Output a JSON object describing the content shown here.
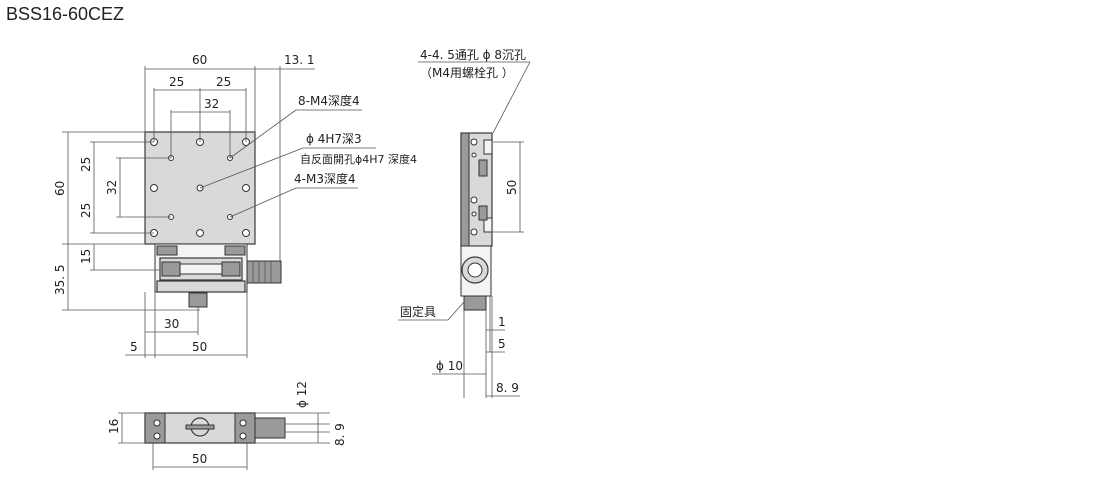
{
  "title": "BSS16-60CEZ",
  "top_view": {
    "dim_width": "60",
    "dim_offset": "13. 1",
    "dim_pitch_left": "25",
    "dim_pitch_right": "25",
    "dim_inner": "32",
    "dim_height": "60",
    "dim_v_pitch_top": "25",
    "dim_v_inner": "32",
    "dim_v_pitch_bottom": "25",
    "dim_15": "15",
    "dim_35_5": "35. 5",
    "dim_30": "30",
    "dim_5": "5",
    "dim_50": "50",
    "note_m4": "8-M4深度4",
    "note_phi4": "ϕ 4H7深3",
    "note_back": "自反面開孔ϕ4H7 深度4",
    "note_m3": "4-M3深度4"
  },
  "side_view": {
    "note_holes_1": "4-4. 5通孔 ϕ 8沉孔",
    "note_holes_2": "（M4用螺栓孔 ）",
    "dim_50": "50",
    "label_clamp": "固定具",
    "dim_1": "1",
    "dim_5": "5",
    "dim_phi10": "ϕ 10",
    "dim_8_9": "8. 9"
  },
  "bottom_view": {
    "dim_16": "16",
    "dim_phi12": "ϕ 12",
    "dim_8_9": "8. 9",
    "dim_50": "50"
  }
}
